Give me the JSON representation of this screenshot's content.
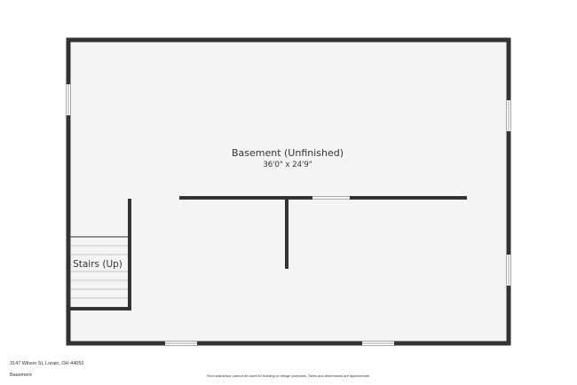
{
  "plan": {
    "room_name": "Basement (Unfinished)",
    "room_dimensions": "36'0\" x 24'9\"",
    "stairs_label": "Stairs (Up)",
    "colors": {
      "wall": "#333333",
      "floor": "#f4f4f4",
      "window": "#ffffff",
      "stair_line": "#bbbbbb"
    }
  },
  "footer": {
    "address": "3147 Wilson St, Lorain, OH 44052",
    "floor": "Basement",
    "disclaimer": "Floor plans/tour cannot be used for building or design purposes. Sizes and dimensions are approximate."
  }
}
